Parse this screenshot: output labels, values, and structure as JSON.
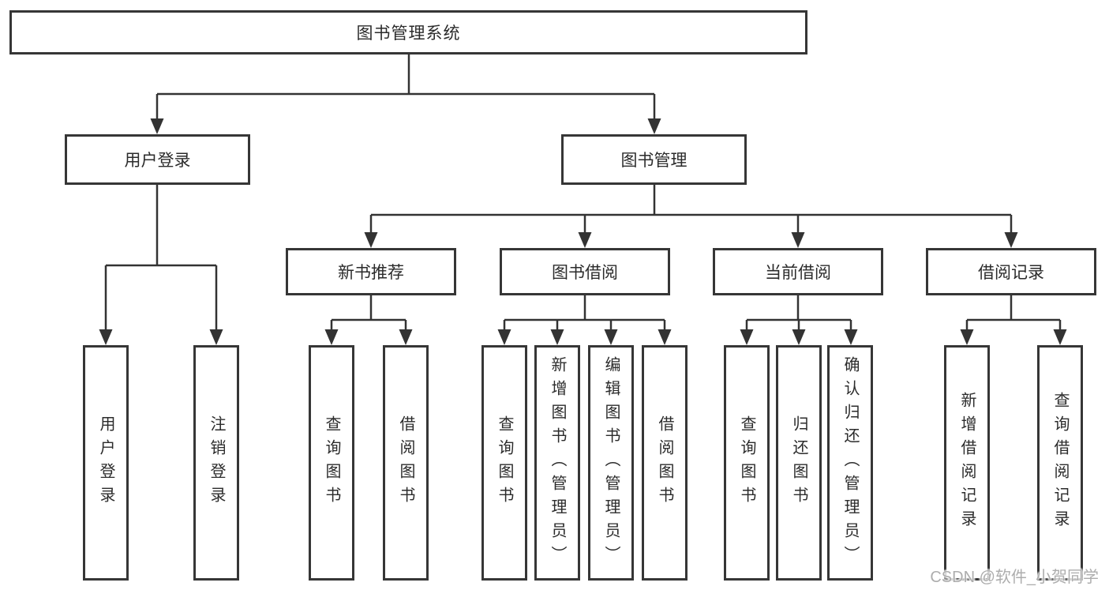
{
  "diagram": {
    "root": {
      "label": "图书管理系统"
    },
    "branches": [
      {
        "label": "用户登录",
        "children": [
          {
            "label": "用户登录"
          },
          {
            "label": "注销登录"
          }
        ]
      },
      {
        "label": "图书管理",
        "children": [
          {
            "label": "新书推荐",
            "children": [
              {
                "label": "查询图书"
              },
              {
                "label": "借阅图书"
              }
            ]
          },
          {
            "label": "图书借阅",
            "children": [
              {
                "label": "查询图书"
              },
              {
                "label": "新增图书（管理员）"
              },
              {
                "label": "编辑图书（管理员）"
              },
              {
                "label": "借阅图书"
              }
            ]
          },
          {
            "label": "当前借阅",
            "children": [
              {
                "label": "查询图书"
              },
              {
                "label": "归还图书"
              },
              {
                "label": "确认归还（管理员）"
              }
            ]
          },
          {
            "label": "借阅记录",
            "children": [
              {
                "label": "新增借阅记录"
              },
              {
                "label": "查询借阅记录"
              }
            ]
          }
        ]
      }
    ]
  },
  "watermark": {
    "text": "CSDN @软件_小贺同学"
  },
  "colors": {
    "line": "#333333",
    "box_border": "#363636",
    "box_background": "#ffffff",
    "text": "#2b2b2b",
    "watermark": "#adadad"
  }
}
